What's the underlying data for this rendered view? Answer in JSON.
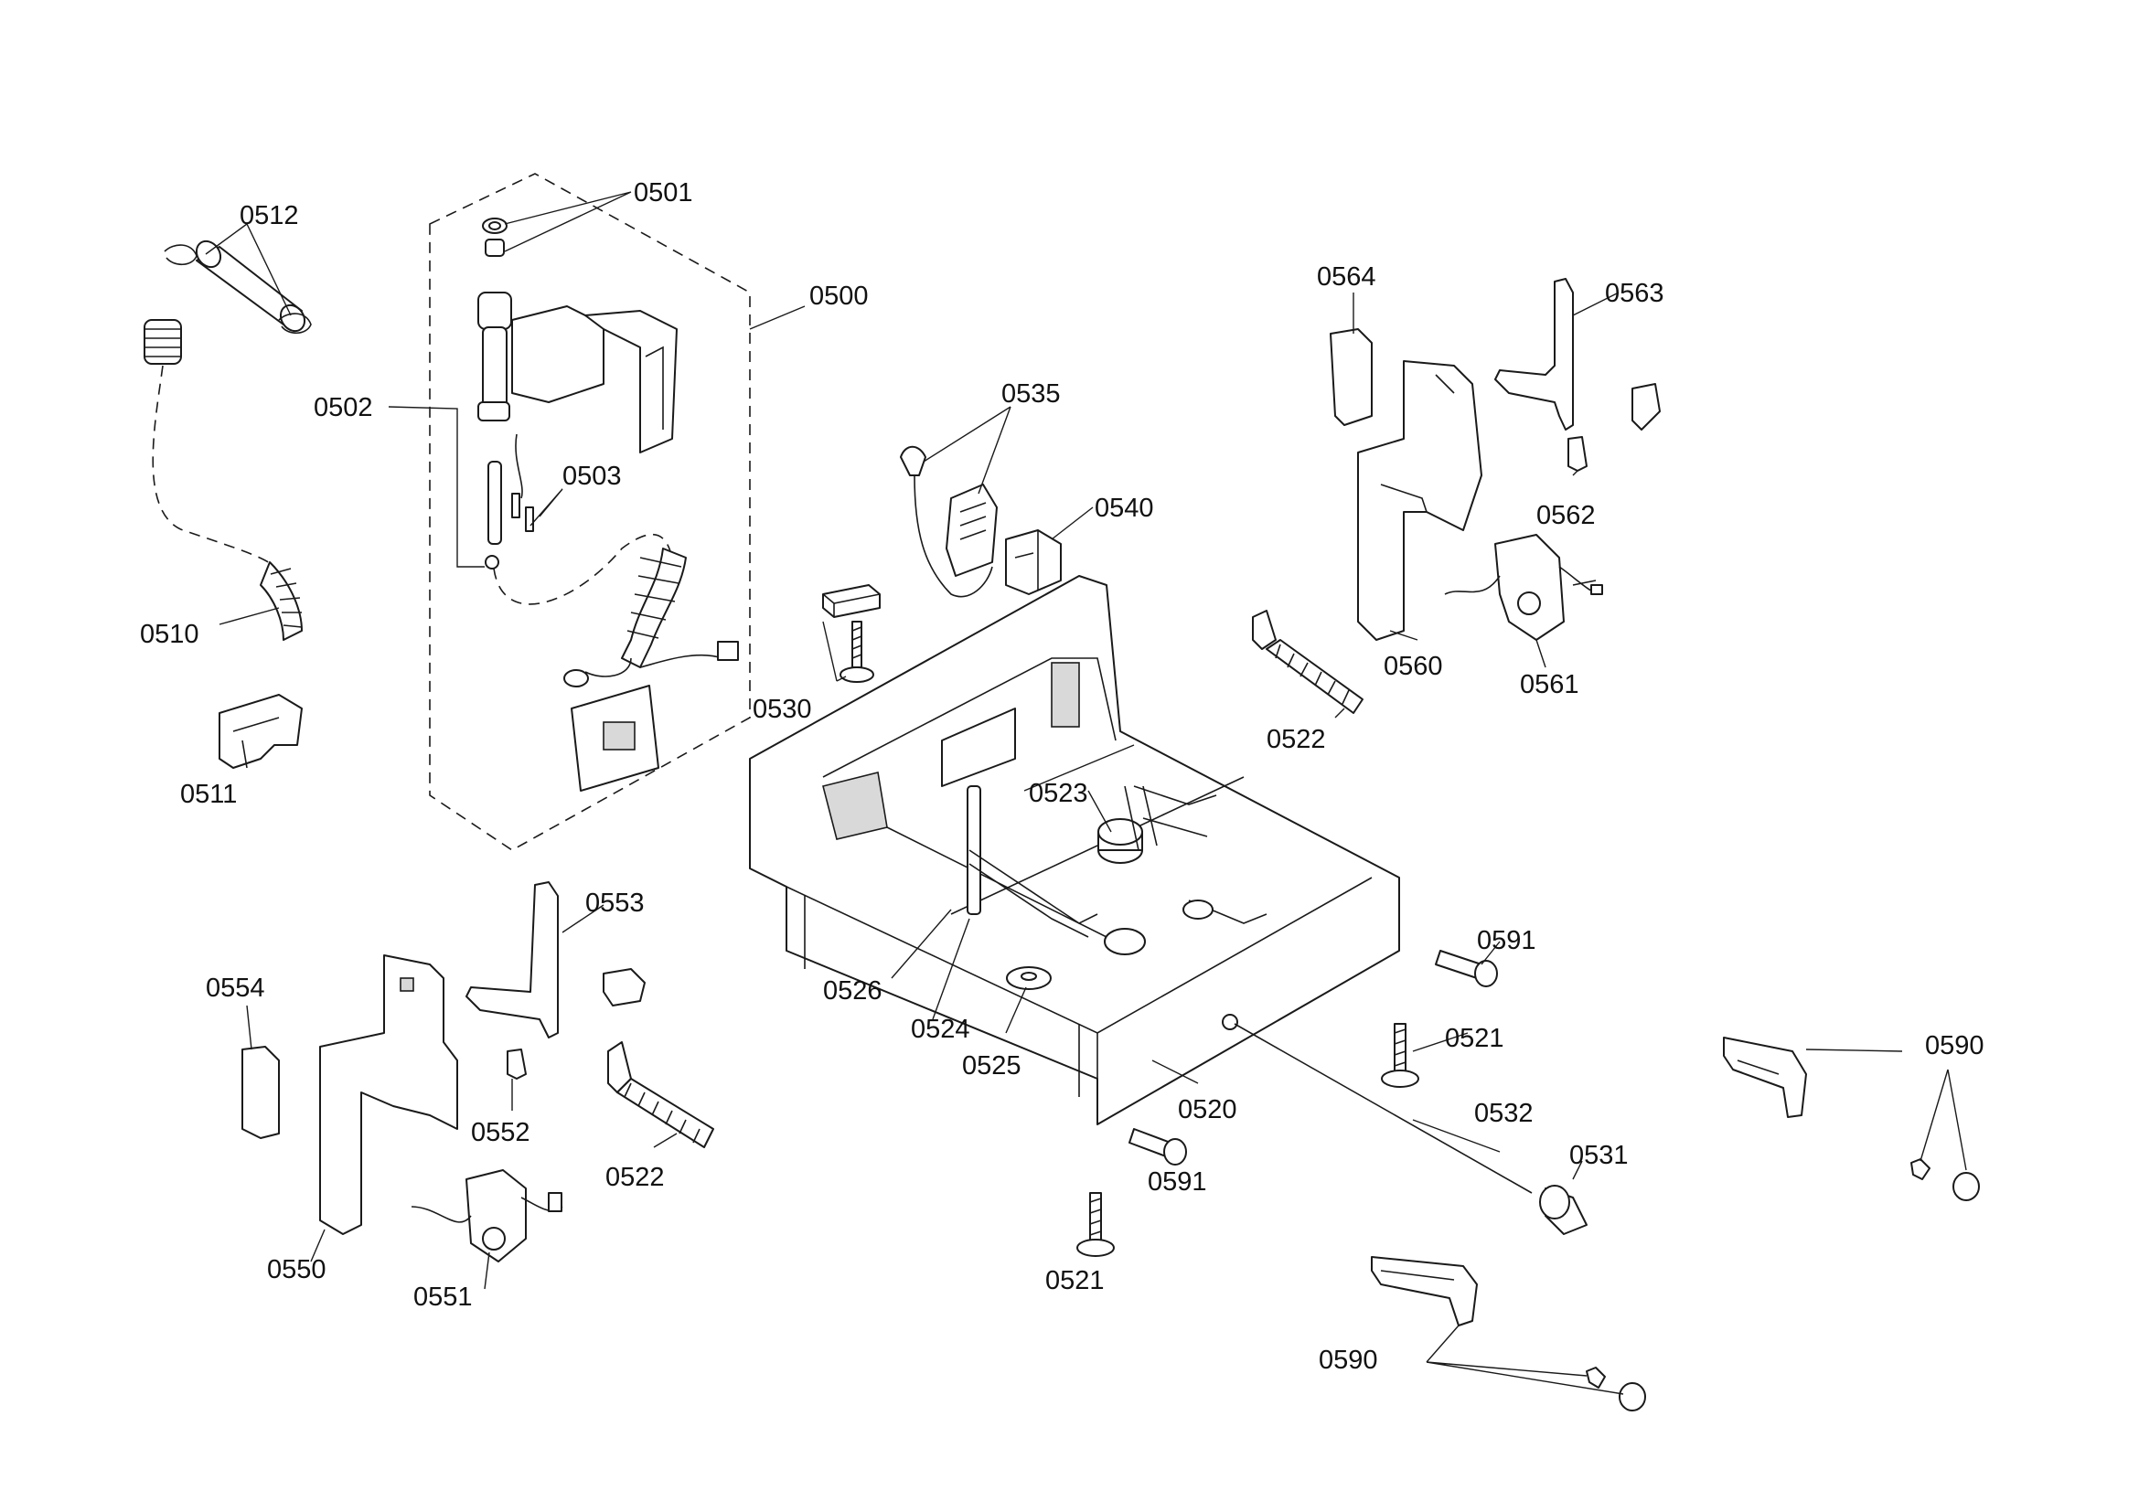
{
  "labels": {
    "p0500": "0500",
    "p0501": "0501",
    "p0502": "0502",
    "p0503": "0503",
    "p0510": "0510",
    "p0511": "0511",
    "p0512": "0512",
    "p0520": "0520",
    "p0521a": "0521",
    "p0521b": "0521",
    "p0522a": "0522",
    "p0522b": "0522",
    "p0523": "0523",
    "p0524": "0524",
    "p0525": "0525",
    "p0526": "0526",
    "p0530": "0530",
    "p0531": "0531",
    "p0532": "0532",
    "p0535": "0535",
    "p0540": "0540",
    "p0550": "0550",
    "p0551": "0551",
    "p0552": "0552",
    "p0553": "0553",
    "p0554": "0554",
    "p0560": "0560",
    "p0561": "0561",
    "p0562": "0562",
    "p0563": "0563",
    "p0564": "0564",
    "p0590a": "0590",
    "p0590b": "0590",
    "p0591a": "0591",
    "p0591b": "0591"
  }
}
